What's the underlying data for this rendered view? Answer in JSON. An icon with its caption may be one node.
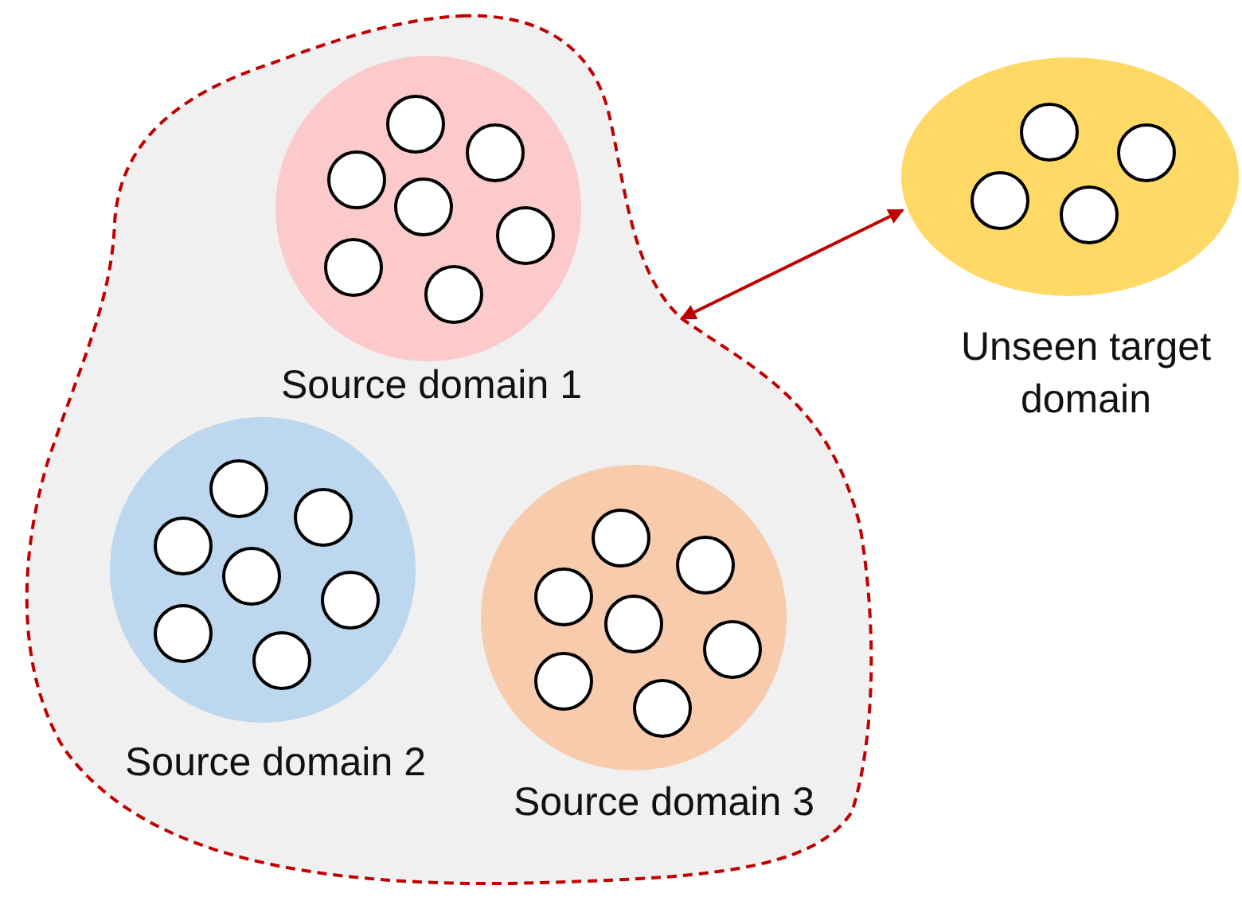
{
  "diagram": {
    "nodes": [
      {
        "text": [],
        "shape": "cloud"
      },
      {
        "text": [
          "Source domain 1"
        ],
        "in": 0
      },
      {
        "text": [
          "Source domain 2"
        ],
        "in": 0
      },
      {
        "text": [
          "Source domain 3"
        ],
        "in": 0
      },
      {
        "text": [
          "Unseen target domain"
        ]
      }
    ],
    "edges": [
      {
        "from": 0,
        "to": 4,
        "arrow": "both",
        "color": "#c00000"
      }
    ]
  }
}
